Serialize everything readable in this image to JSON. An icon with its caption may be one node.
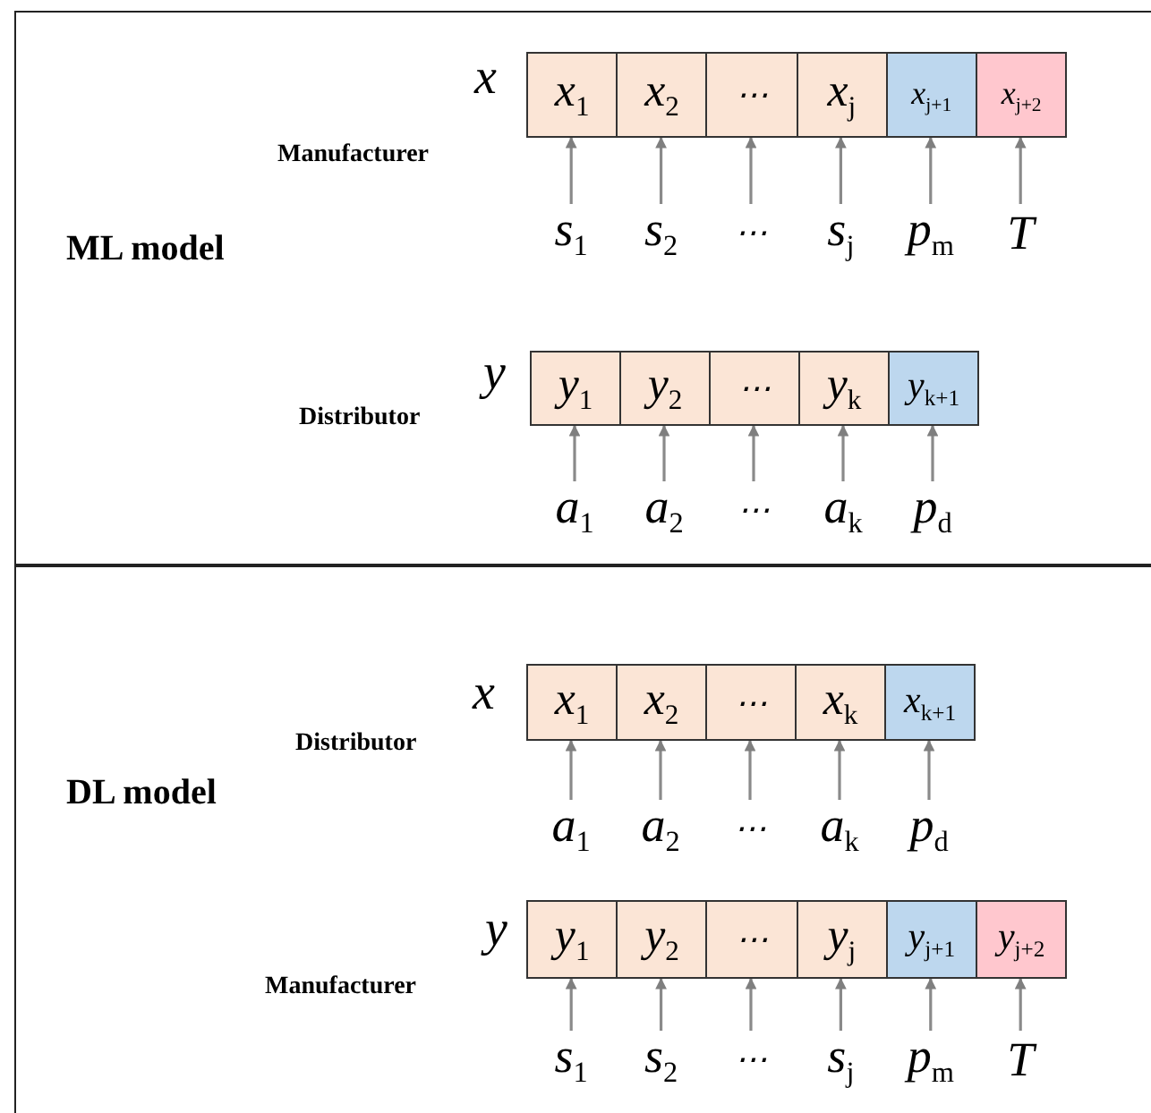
{
  "diagram": {
    "nodes": [
      {
        "text": [
          "ML model"
        ]
      },
      {
        "text": [
          "x$_{1}$"
        ],
        "in": 0
      },
      {
        "text": [
          "x$_{2}$"
        ],
        "in": 0
      },
      {
        "text": [
          "⋯"
        ],
        "in": 0
      },
      {
        "text": [
          "x$_{j}$"
        ],
        "in": 0
      },
      {
        "text": [
          "x$_{j+1}$"
        ],
        "in": 0
      },
      {
        "text": [
          "x$_{j+2}$"
        ],
        "in": 0
      },
      {
        "text": [
          "s$_{1}$"
        ],
        "in": 0
      },
      {
        "text": [
          "s$_{2}$"
        ],
        "in": 0
      },
      {
        "text": [
          "⋯"
        ],
        "in": 0
      },
      {
        "text": [
          "s$_{j}$"
        ],
        "in": 0
      },
      {
        "text": [
          "p$_{m}$"
        ],
        "in": 0
      },
      {
        "text": [
          "T"
        ],
        "in": 0
      },
      {
        "text": [
          "y$_{1}$"
        ],
        "in": 0
      },
      {
        "text": [
          "y$_{2}$"
        ],
        "in": 0
      },
      {
        "text": [
          "⋯"
        ],
        "in": 0
      },
      {
        "text": [
          "y$_{k}$"
        ],
        "in": 0
      },
      {
        "text": [
          "y$_{k+1}$"
        ],
        "in": 0
      },
      {
        "text": [
          "a$_{1}$"
        ],
        "in": 0
      },
      {
        "text": [
          "a$_{2}$"
        ],
        "in": 0
      },
      {
        "text": [
          "⋯"
        ],
        "in": 0
      },
      {
        "text": [
          "a$_{k}$"
        ],
        "in": 0
      },
      {
        "text": [
          "p$_{d}$"
        ],
        "in": 0
      },
      {
        "text": [
          "DL model"
        ]
      },
      {
        "text": [
          "x$_{1}$"
        ],
        "in": 23
      },
      {
        "text": [
          "x$_{2}$"
        ],
        "in": 23
      },
      {
        "text": [
          "⋯"
        ],
        "in": 23
      },
      {
        "text": [
          "x$_{k}$"
        ],
        "in": 23
      },
      {
        "text": [
          "x$_{k+1}$"
        ],
        "in": 23
      },
      {
        "text": [
          "a$_{1}$"
        ],
        "in": 23
      },
      {
        "text": [
          "a$_{2}$"
        ],
        "in": 23
      },
      {
        "text": [
          "⋯"
        ],
        "in": 23
      },
      {
        "text": [
          "a$_{k}$"
        ],
        "in": 23
      },
      {
        "text": [
          "p$_{d}$"
        ],
        "in": 23
      },
      {
        "text": [
          "y$_{1}$"
        ],
        "in": 23
      },
      {
        "text": [
          "y$_{2}$"
        ],
        "in": 23
      },
      {
        "text": [
          "⋯"
        ],
        "in": 23
      },
      {
        "text": [
          "y$_{j}$"
        ],
        "in": 23
      },
      {
        "text": [
          "y$_{j+1}$"
        ],
        "in": 23
      },
      {
        "text": [
          "y$_{j+2}$"
        ],
        "in": 23
      },
      {
        "text": [
          "s$_{1}$"
        ],
        "in": 23
      },
      {
        "text": [
          "s$_{2}$"
        ],
        "in": 23
      },
      {
        "text": [
          "⋯"
        ],
        "in": 23
      },
      {
        "text": [
          "s$_{j}$"
        ],
        "in": 23
      },
      {
        "text": [
          "p$_{m}$"
        ],
        "in": 23
      },
      {
        "text": [
          "T"
        ],
        "in": 23
      }
    ],
    "edges": [
      {
        "from": 7,
        "to": 1,
        "arrow": "to"
      },
      {
        "from": 8,
        "to": 2,
        "arrow": "to"
      },
      {
        "from": 9,
        "to": 3,
        "arrow": "to"
      },
      {
        "from": 10,
        "to": 4,
        "arrow": "to"
      },
      {
        "from": 11,
        "to": 5,
        "arrow": "to"
      },
      {
        "from": 12,
        "to": 6,
        "arrow": "to"
      },
      {
        "from": 18,
        "to": 13,
        "arrow": "to"
      },
      {
        "from": 19,
        "to": 14,
        "arrow": "to"
      },
      {
        "from": 20,
        "to": 15,
        "arrow": "to"
      },
      {
        "from": 21,
        "to": 16,
        "arrow": "to"
      },
      {
        "from": 22,
        "to": 17,
        "arrow": "to"
      },
      {
        "from": 29,
        "to": 24,
        "arrow": "to"
      },
      {
        "from": 30,
        "to": 25,
        "arrow": "to"
      },
      {
        "from": 31,
        "to": 26,
        "arrow": "to"
      },
      {
        "from": 32,
        "to": 27,
        "arrow": "to"
      },
      {
        "from": 33,
        "to": 28,
        "arrow": "to"
      },
      {
        "from": 40,
        "to": 34,
        "arrow": "to"
      },
      {
        "from": 41,
        "to": 35,
        "arrow": "to"
      },
      {
        "from": 42,
        "to": 36,
        "arrow": "to"
      },
      {
        "from": 43,
        "to": 37,
        "arrow": "to"
      },
      {
        "from": 44,
        "to": 38,
        "arrow": "to"
      },
      {
        "from": 45,
        "to": 39,
        "arrow": "to"
      }
    ],
    "labels": [
      "x",
      "Manufacturer",
      "y",
      "Distributor",
      "x",
      "Distributor",
      "y",
      "Manufacturer"
    ]
  }
}
